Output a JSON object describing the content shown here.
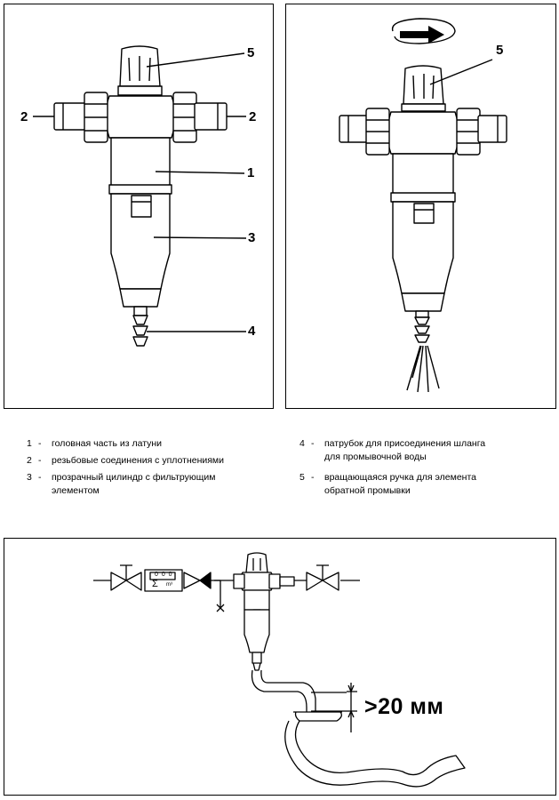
{
  "figure_left": {
    "callouts": {
      "c5": "5",
      "c2_left": "2",
      "c2_right": "2",
      "c1": "1",
      "c3": "3",
      "c4": "4"
    }
  },
  "figure_right": {
    "callouts": {
      "c5": "5"
    }
  },
  "legend": {
    "items": [
      {
        "num": "1",
        "dash": "-",
        "line1": "головная часть из латуни",
        "line2": ""
      },
      {
        "num": "2",
        "dash": "-",
        "line1": "резьбовые соединения с уплотнениями",
        "line2": ""
      },
      {
        "num": "3",
        "dash": "-",
        "line1": "прозрачный цилиндр с фильтрующим",
        "line2": "элементом"
      },
      {
        "num": "4",
        "dash": "-",
        "line1": "патрубок для присоединения шланга",
        "line2": "для  промывочной воды"
      },
      {
        "num": "5",
        "dash": "-",
        "line1": "вращающаяся ручка для элемента",
        "line2": "обратной промывки"
      }
    ]
  },
  "installation": {
    "meter_digits": "0 0 0",
    "meter_sigma": "Σ",
    "meter_unit": "m³",
    "distance_label": ">20 мм"
  }
}
